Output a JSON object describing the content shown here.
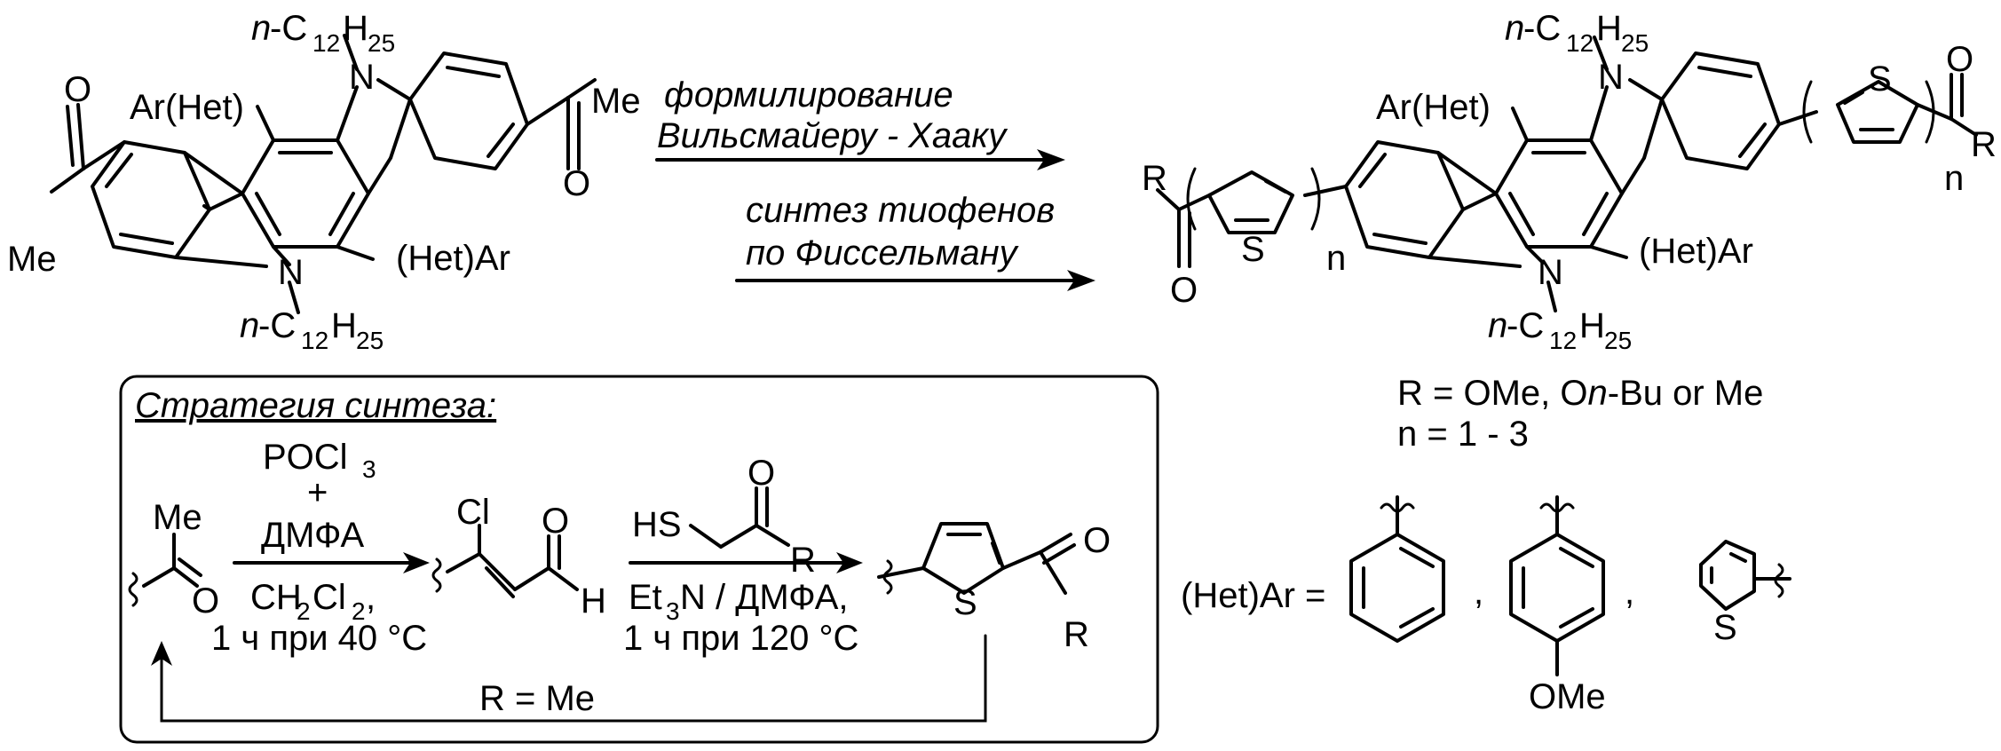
{
  "colors": {
    "red": "#e8000b",
    "blue": "#1f1fff",
    "black": "#000000"
  },
  "reaction": {
    "cond_red_1": "формилирование",
    "cond_red_2": "Вильсмайеру - Хааку",
    "cond_blue_1": "синтез тиофенов",
    "cond_blue_2": "по Фиссельману"
  },
  "reactant": {
    "top_alkyl_prefix": "n",
    "top_alkyl_c": "-C",
    "top_alkyl_c_sub": "12",
    "top_alkyl_h": "H",
    "top_alkyl_h_sub": "25",
    "n_top": "N",
    "ar_left": "Ar(Het)",
    "me_right": "Me",
    "o_right": "O",
    "o_left": "O",
    "me_left": "Me",
    "het_ar": "(Het)Ar",
    "n_bottom": "N",
    "bot_alkyl_prefix": "n",
    "bot_alkyl_c": "-C",
    "bot_alkyl_c_sub": "12",
    "bot_alkyl_h": "H",
    "bot_alkyl_h_sub": "25"
  },
  "product": {
    "top_alkyl_prefix": "n",
    "top_alkyl_c": "-C",
    "top_alkyl_c_sub": "12",
    "top_alkyl_h": "H",
    "top_alkyl_h_sub": "25",
    "n_top": "N",
    "ar_left": "Ar(Het)",
    "s_right": "S",
    "o_right": "O",
    "r_right": "R",
    "n_right": "n",
    "r_left": "R",
    "o_left": "O",
    "s_left": "S",
    "n_left": "n",
    "het_ar": "(Het)Ar",
    "n_bottom": "N",
    "bot_alkyl_prefix": "n",
    "bot_alkyl_c": "-C",
    "bot_alkyl_c_sub": "12",
    "bot_alkyl_h": "H",
    "bot_alkyl_h_sub": "25"
  },
  "definitions": {
    "r_def_1": "R = OMe, O",
    "r_def_n": "n",
    "r_def_2": "-Bu or Me",
    "n_def": "n = 1 - 3",
    "het_ar_label": "(Het)Ar =",
    "comma": ",",
    "ome": "OMe",
    "s": "S"
  },
  "strategy": {
    "title": "Стратегия синтеза:",
    "me": "Me",
    "o1": "O",
    "reagent_poc": "POCl",
    "reagent_poc_sub": "3",
    "plus": "+",
    "dmfa": "ДМФА",
    "ch2cl2_a": "CH",
    "ch2cl2_sub1": "2",
    "ch2cl2_b": "Cl",
    "ch2cl2_sub2": "2",
    "ch2cl2_comma": ",",
    "cond1": "1 ч при 40 °C",
    "cl": "Cl",
    "o2": "O",
    "h": "H",
    "hs": "HS",
    "o3": "O",
    "r1": "R",
    "et3n_a": "Et",
    "et3n_sub": "3",
    "et3n_b": "N / ДМФА,",
    "cond2": "1 ч при 120 °C",
    "s": "S",
    "o4": "O",
    "r2": "R",
    "loop": "R = Me"
  }
}
